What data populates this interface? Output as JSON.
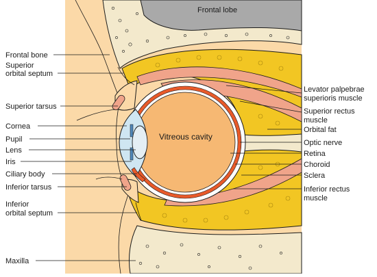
{
  "diagram": {
    "region_label": "Frontal lobe",
    "center_label": "Vitreous cavity",
    "left_labels": [
      {
        "id": "frontal-bone",
        "lines": [
          "Frontal bone"
        ]
      },
      {
        "id": "superior-orbital-septum",
        "lines": [
          "Superior",
          "orbital septum"
        ]
      },
      {
        "id": "superior-tarsus",
        "lines": [
          "Superior tarsus"
        ]
      },
      {
        "id": "cornea",
        "lines": [
          "Cornea"
        ]
      },
      {
        "id": "pupil",
        "lines": [
          "Pupil"
        ]
      },
      {
        "id": "lens",
        "lines": [
          "Lens"
        ]
      },
      {
        "id": "iris",
        "lines": [
          "Iris"
        ]
      },
      {
        "id": "ciliary-body",
        "lines": [
          "Ciliary body"
        ]
      },
      {
        "id": "inferior-tarsus",
        "lines": [
          "Inferior tarsus"
        ]
      },
      {
        "id": "inferior-orbital-septum",
        "lines": [
          "Inferior",
          "orbital septum"
        ]
      },
      {
        "id": "maxilla",
        "lines": [
          "Maxilla"
        ]
      }
    ],
    "right_labels": [
      {
        "id": "levator-palpebrae-superioris-muscle",
        "lines": [
          "Levator palpebrae",
          "superioris muscle"
        ]
      },
      {
        "id": "superior-rectus-muscle",
        "lines": [
          "Superior rectus",
          "muscle"
        ]
      },
      {
        "id": "orbital-fat",
        "lines": [
          "Orbital fat"
        ]
      },
      {
        "id": "optic-nerve",
        "lines": [
          "Optic nerve"
        ]
      },
      {
        "id": "retina",
        "lines": [
          "Retina"
        ]
      },
      {
        "id": "choroid",
        "lines": [
          "Choroid"
        ]
      },
      {
        "id": "sclera",
        "lines": [
          "Sclera"
        ]
      },
      {
        "id": "inferior-rectus-muscle",
        "lines": [
          "Inferior rectus",
          "muscle"
        ]
      }
    ],
    "colors": {
      "skin": "#fbd9a8",
      "bone": "#f3e9cc",
      "brain": "#a9a9a9",
      "fat": "#f2c623",
      "muscle": "#f0a48a",
      "eyeball": "#f6b873",
      "cornea": "#cfe6f2",
      "outline": "#1a1a1a"
    }
  }
}
